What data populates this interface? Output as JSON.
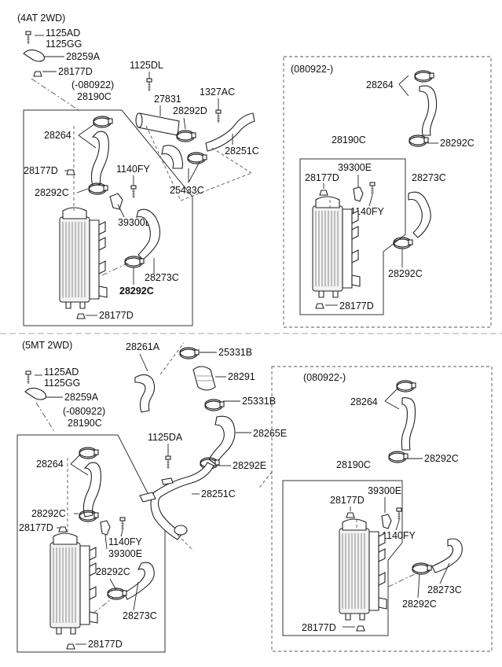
{
  "sections": [
    {
      "id": "top",
      "title": "(4AT 2WD)"
    },
    {
      "id": "bottom",
      "title": "(5MT 2WD)"
    }
  ],
  "top": {
    "labels": {
      "l_1125AD": "1125AD",
      "l_1125GG": "1125GG",
      "l_28259A": "28259A",
      "l_28177D_a": "28177D",
      "l_080922": "(-080922)",
      "l_28190C": "28190C",
      "l_28264": "28264",
      "l_28177D_b": "28177D",
      "l_28292C": "28292C",
      "l_1140FY": "1140FY",
      "l_39300E": "39300E",
      "l_28273C": "28273C",
      "l_28292C_b": "28292C",
      "l_28177D_c": "28177D",
      "l_1125DL": "1125DL",
      "l_27831": "27831",
      "l_28292D": "28292D",
      "l_1327AC": "1327AC",
      "l_28251C": "28251C",
      "l_25433C": "25433C"
    },
    "inset": {
      "l_title": "(080922-)",
      "l_28264": "28264",
      "l_28292C": "28292C",
      "l_28190C": "28190C",
      "l_39300E": "39300E",
      "l_28177D": "28177D",
      "l_1140FY": "1140FY",
      "l_28273C": "28273C",
      "l_28292C_b": "28292C",
      "l_28177D_b": "28177D"
    }
  },
  "bottom": {
    "labels": {
      "l_1125AD": "1125AD",
      "l_1125GG": "1125GG",
      "l_28259A": "28259A",
      "l_080922": "(-080922)",
      "l_28190C": "28190C",
      "l_28264": "28264",
      "l_28292C": "28292C",
      "l_28177D": "28177D",
      "l_1140FY": "1140FY",
      "l_39300E": "39300E",
      "l_28292C_b": "28292C",
      "l_28273C": "28273C",
      "l_28177D_b": "28177D",
      "l_28261A": "28261A",
      "l_25331B": "25331B",
      "l_28291": "28291",
      "l_25331B_b": "25331B",
      "l_28265E": "28265E",
      "l_1125DA": "1125DA",
      "l_28292E": "28292E",
      "l_28251C": "28251C"
    },
    "inset": {
      "l_title": "(080922-)",
      "l_28264": "28264",
      "l_28292C": "28292C",
      "l_28190C": "28190C",
      "l_39300E": "39300E",
      "l_28177D": "28177D",
      "l_1140FY": "1140FY",
      "l_28292C_b": "28292C",
      "l_28273C": "28273C",
      "l_28177D_b": "28177D"
    }
  }
}
